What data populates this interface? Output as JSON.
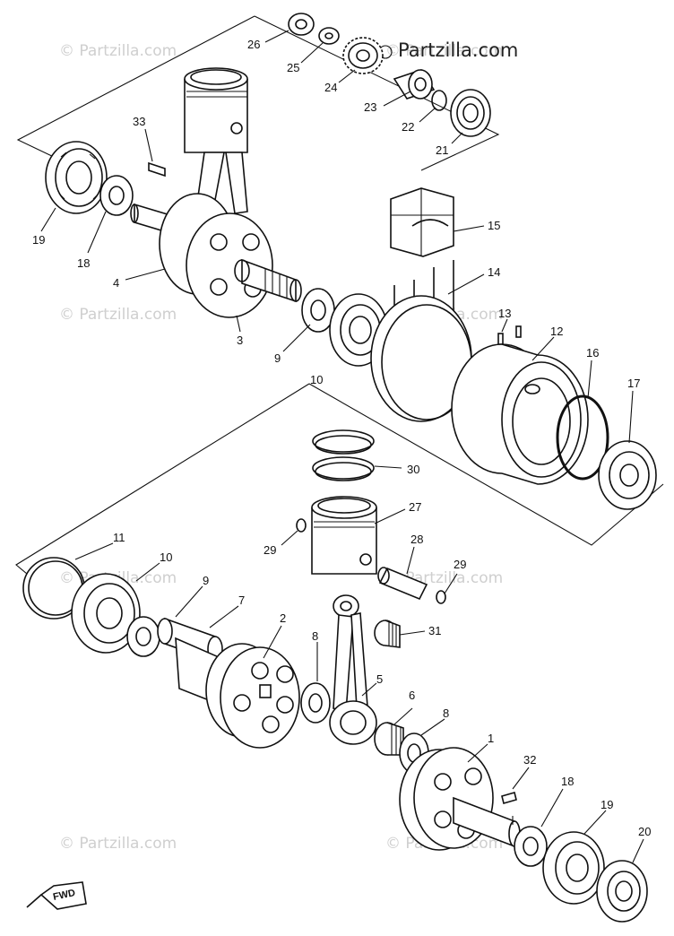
{
  "brand": {
    "text": "Partzilla.com"
  },
  "watermarks": [
    {
      "text": "© Partzilla.com"
    },
    {
      "text": "© Partzilla.com"
    },
    {
      "text": "© Partzilla.com"
    },
    {
      "text": "© Partzilla.com"
    },
    {
      "text": "© Partzilla.com"
    },
    {
      "text": "© Partzilla.com"
    },
    {
      "text": "© Partzilla.com"
    },
    {
      "text": "© Partzilla.com"
    }
  ],
  "direction_badge": {
    "text": "FWD"
  },
  "callouts": {
    "c26": "26",
    "c25": "25",
    "c24": "24",
    "c23": "23",
    "c22": "22",
    "c21": "21",
    "c33": "33",
    "c19a": "19",
    "c18a": "18",
    "c4": "4",
    "c3": "3",
    "c9a": "9",
    "c15": "15",
    "c14": "14",
    "c13": "13",
    "c12": "12",
    "c16": "16",
    "c17": "17",
    "c10a": "10",
    "c30": "30",
    "c27": "27",
    "c29a": "29",
    "c28": "28",
    "c29b": "29",
    "c11": "11",
    "c10b": "10",
    "c9b": "9",
    "c7": "7",
    "c2": "2",
    "c31": "31",
    "c8a": "8",
    "c5": "5",
    "c6": "6",
    "c8b": "8",
    "c1": "1",
    "c32": "32",
    "c18b": "18",
    "c19b": "19",
    "c20": "20"
  }
}
